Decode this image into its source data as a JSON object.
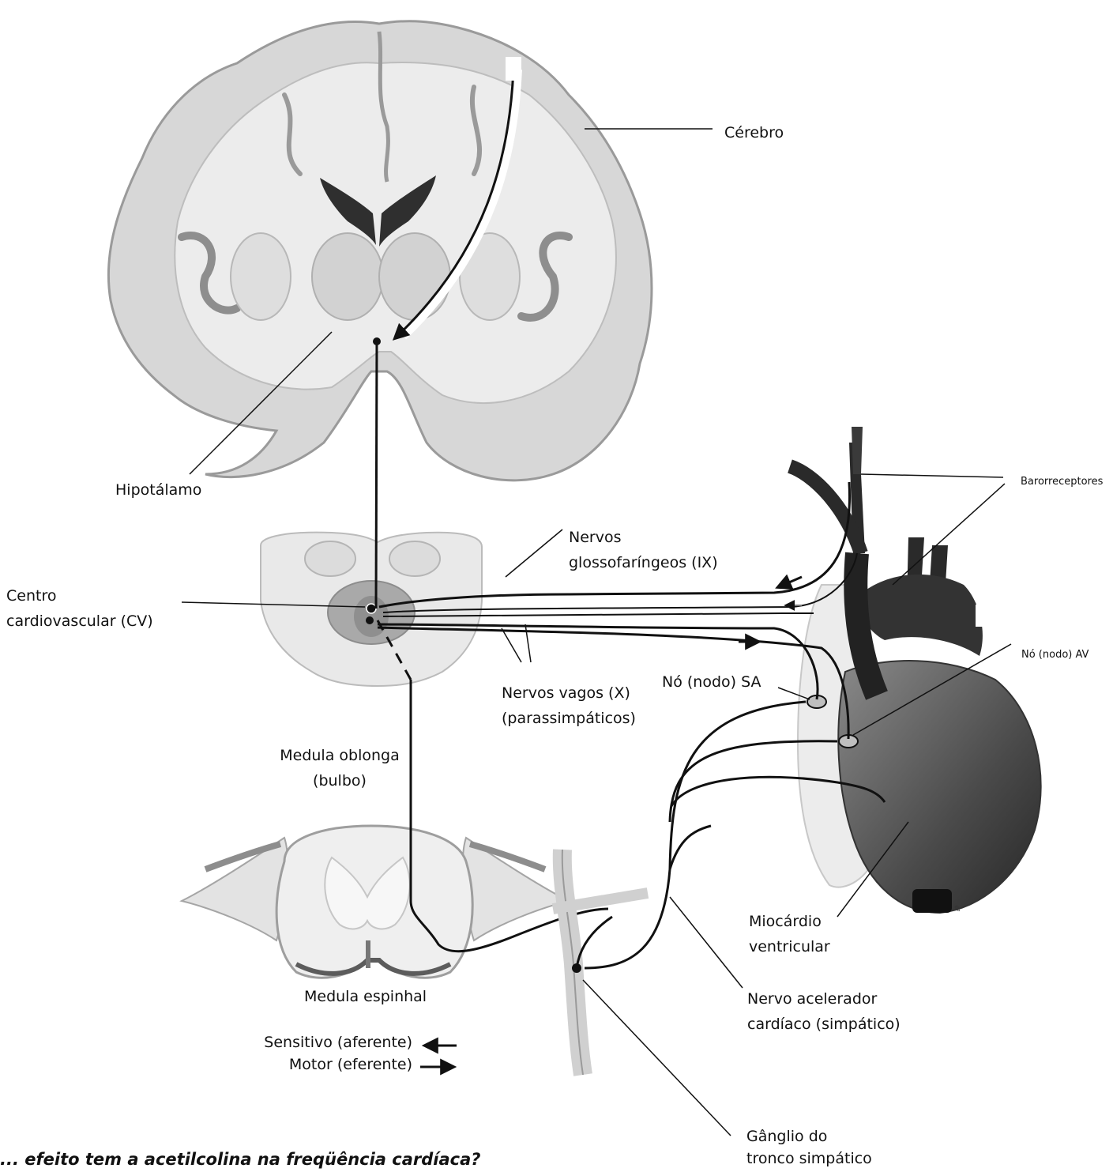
{
  "labels": {
    "cerebro": "Cérebro",
    "hipotalamo": "Hipotálamo",
    "nervos_glosso": [
      "Nervos",
      "glossofaríngeos (IX)"
    ],
    "centro_cv": [
      "Centro",
      "cardiovascular (CV)"
    ],
    "barorreceptores": "Barorreceptores",
    "no_av": "Nó (nodo) AV",
    "no_sa": "Nó (nodo) SA",
    "nervos_vagos": [
      "Nervos vagos (X)",
      "(parassimpáticos)"
    ],
    "medula_oblonga": [
      "Medula oblonga",
      "(bulbo)"
    ],
    "medula_espinhal": "Medula espinhal",
    "miocardio": [
      "Miocárdio",
      "ventricular"
    ],
    "nervo_acelerador": [
      "Nervo acelerador",
      "cardíaco (simpático)"
    ],
    "ganglio": [
      "Gânglio do",
      "tronco simpático"
    ]
  },
  "legend": {
    "sensitivo": "Sensitivo (aferente)",
    "motor": "Motor (eferente)"
  },
  "caption": "... efeito tem a acetilcolina na freqüência cardíaca?",
  "colors": {
    "tissue": "#dcdcdc",
    "tissue_dark": "#a9a9a9",
    "ventricle": "#2f2f2f",
    "heart_dark": "#3a3a3a",
    "pathway": "#111111"
  }
}
